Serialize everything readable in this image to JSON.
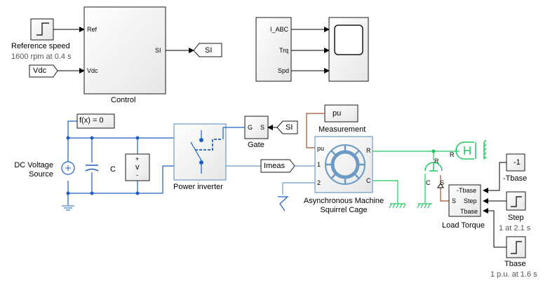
{
  "blocks": {
    "reference_speed": {
      "label": "Reference speed",
      "sublabel": "1600 rpm at 0.4 s"
    },
    "control": {
      "label": "Control",
      "in_ref": "Ref",
      "in_vdc": "Vdc",
      "out_si": "SI"
    },
    "vdc_from": {
      "label": "Vdc"
    },
    "si_goto": {
      "label": "SI"
    },
    "scope_mux": {
      "port1": "I_ABC",
      "port2": "Trq",
      "port3": "Spd"
    },
    "dc_source": {
      "label_line1": "DC Voltage",
      "label_line2": "Source"
    },
    "capacitor": {
      "label": "C"
    },
    "fx": {
      "label": "f(x) = 0"
    },
    "voltmeter": {
      "plus": "+",
      "v": "v",
      "minus": "-"
    },
    "power_inverter": {
      "label": "Power inverter"
    },
    "gate": {
      "label": "Gate",
      "in_g": "G",
      "in_s": "S"
    },
    "si_from": {
      "label": "SI"
    },
    "imeas": {
      "label": "Imeas"
    },
    "measurement": {
      "label": "Measurement",
      "port": "pu"
    },
    "machine": {
      "label_line1": "Asynchronous Machine",
      "label_line2": "Squirrel Cage",
      "port_r": "R",
      "port_c": "C",
      "port_1": "1",
      "port_2": "2"
    },
    "load_torque": {
      "label": "Load Torque",
      "p1": "-Tbase",
      "p2": "Step",
      "p3": "Tbase",
      "p_s": "S"
    },
    "neg_tbase": {
      "value": "-1",
      "label": "-Tbase"
    },
    "step": {
      "label": "Step",
      "sublabel": "1 at 2.1 s"
    },
    "tbase": {
      "label": "Tbase",
      "sublabel": "1 p.u. at 1.6 s"
    },
    "r_label": "R",
    "c_label": "C",
    "r_label2": "R",
    "s_label": "S"
  },
  "colors": {
    "signal": "#000000",
    "electrical": "#1f5fbf",
    "mechanical": "#22c55e",
    "measurement": "#a0522d",
    "port_line": "#6b9ac4"
  }
}
